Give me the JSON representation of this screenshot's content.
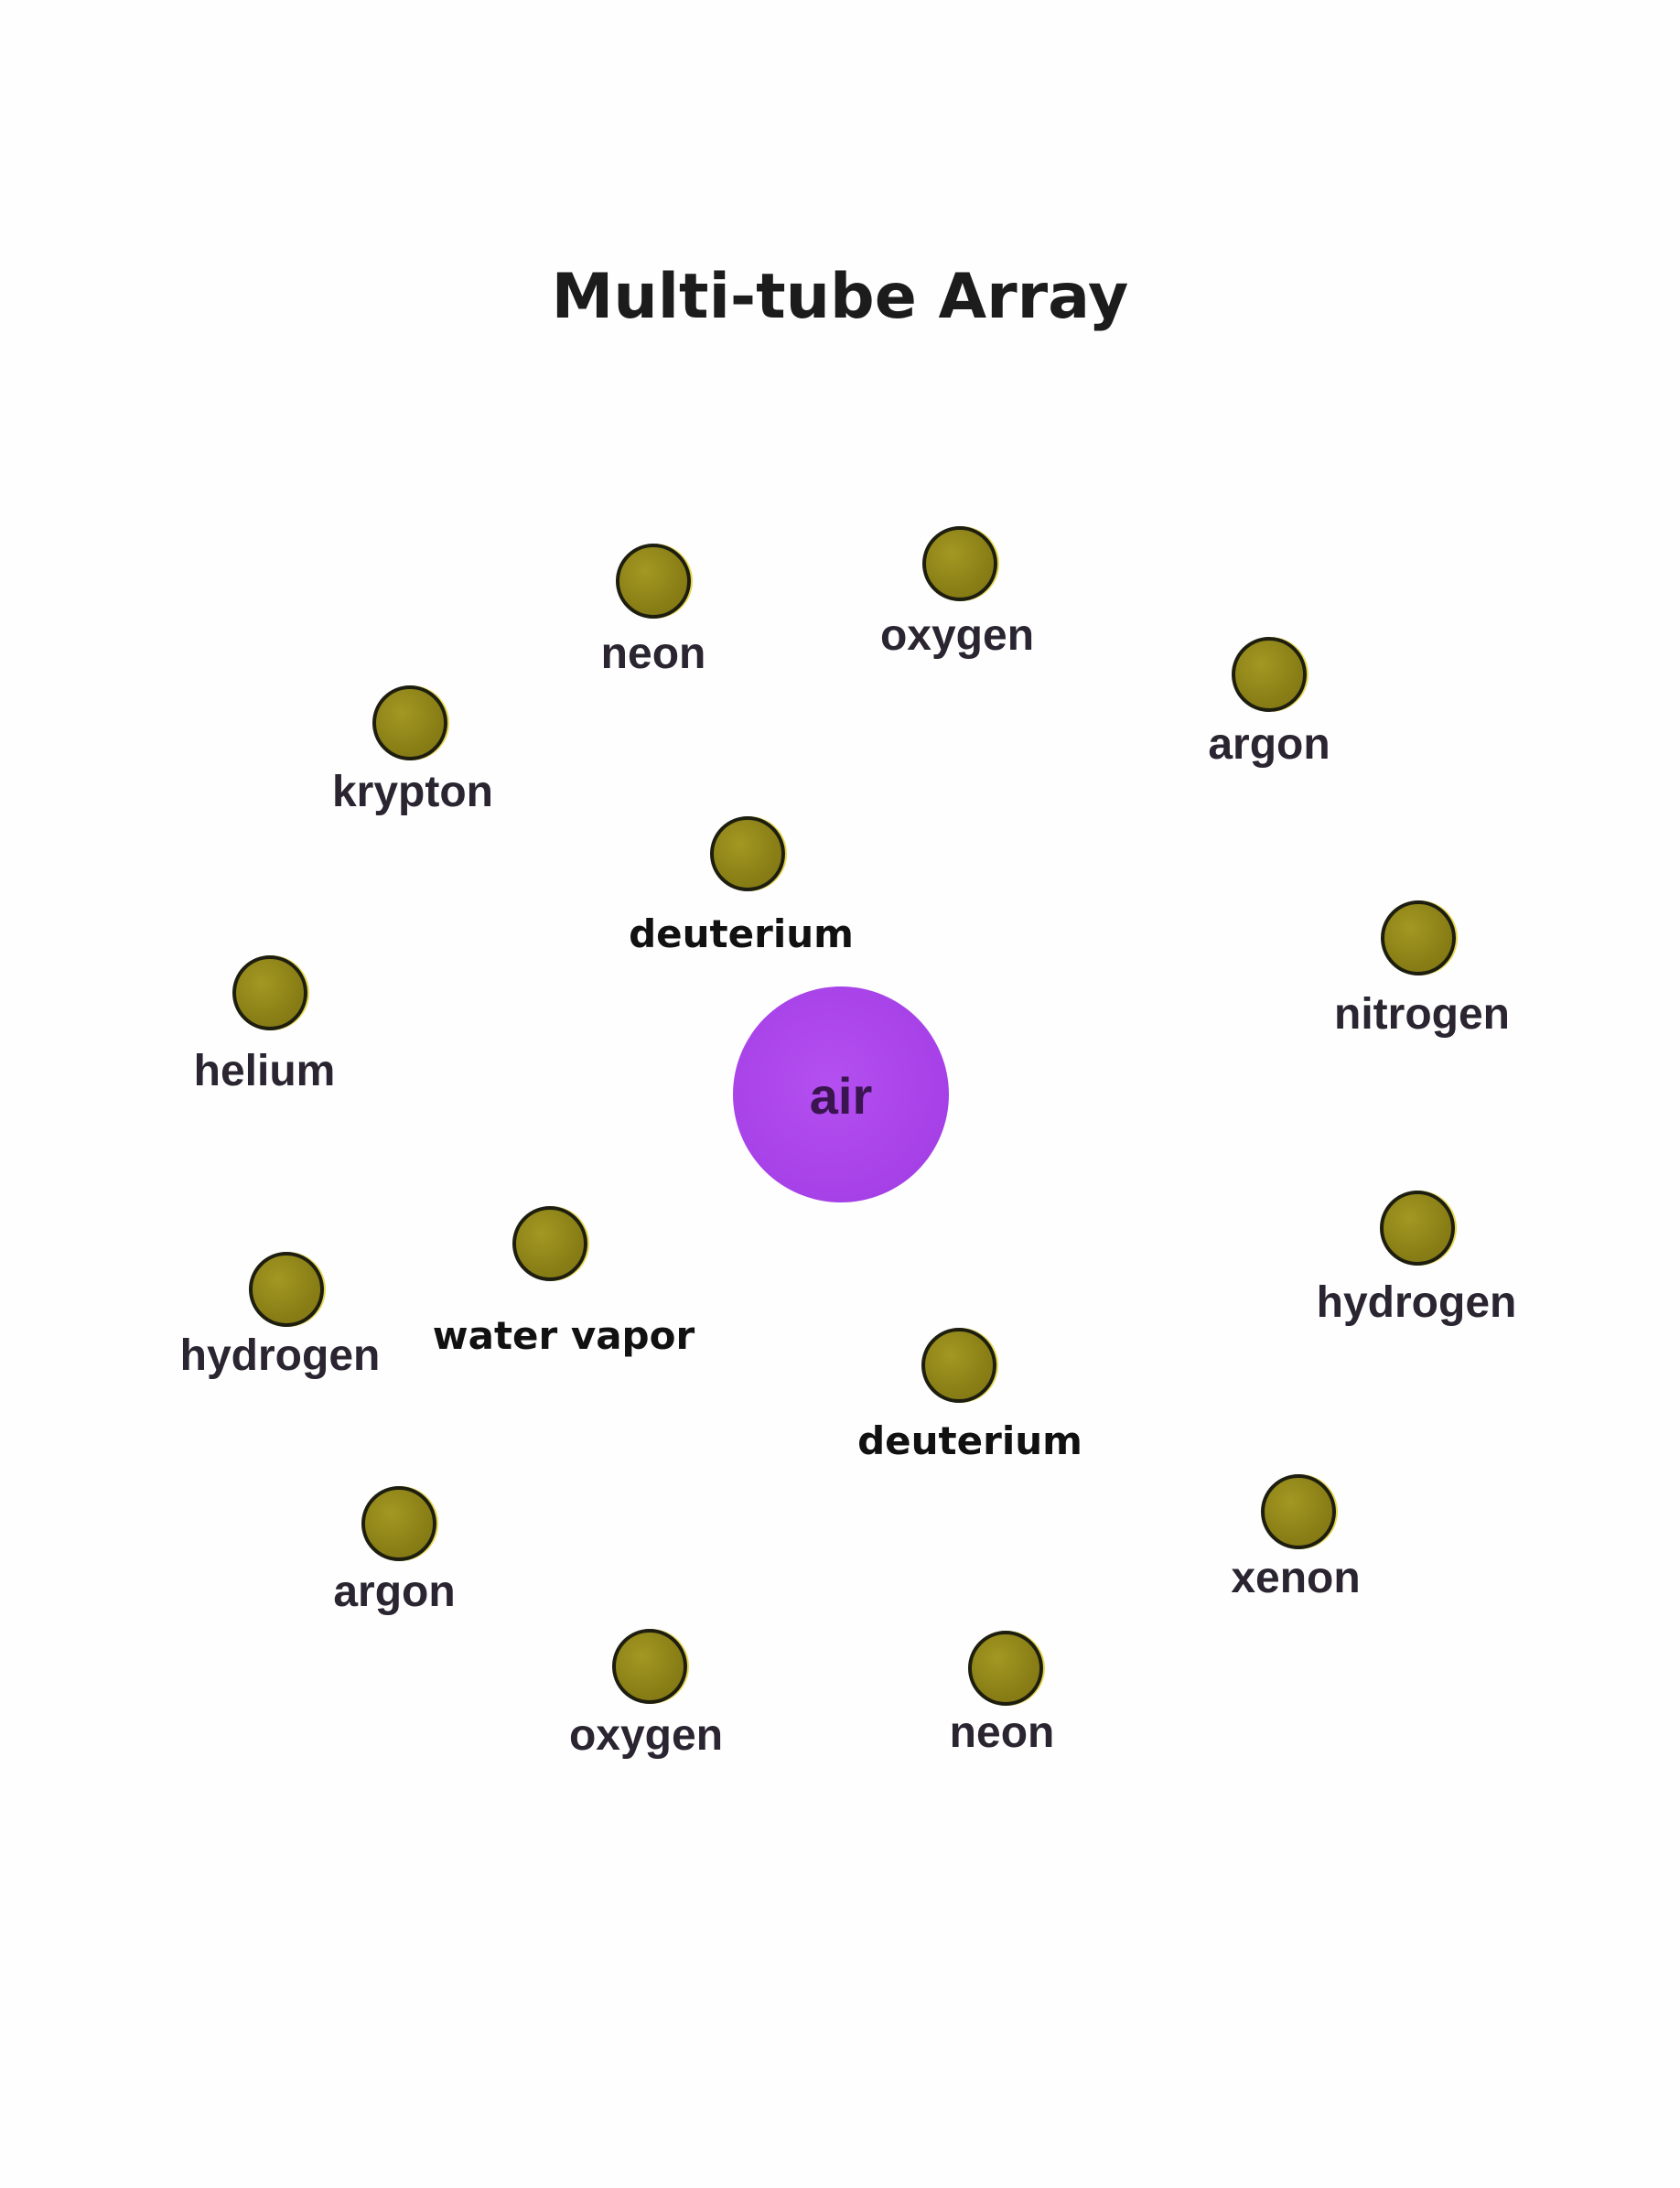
{
  "title": "Multi-tube Array",
  "colors": {
    "tube_fill": "#8a7f16",
    "tube_outline": "#1e1e10",
    "center_fill": "#a742e8",
    "label_text": "#2a2530"
  },
  "center": {
    "label": "air"
  },
  "outer_ring": [
    {
      "id": "neon-1",
      "label": "neon"
    },
    {
      "id": "oxygen-1",
      "label": "oxygen"
    },
    {
      "id": "argon-1",
      "label": "argon"
    },
    {
      "id": "krypton",
      "label": "krypton"
    },
    {
      "id": "nitrogen",
      "label": "nitrogen"
    },
    {
      "id": "helium",
      "label": "helium"
    },
    {
      "id": "hydrogen-right",
      "label": "hydrogen"
    },
    {
      "id": "hydrogen-left",
      "label": "hydrogen"
    },
    {
      "id": "xenon",
      "label": "xenon"
    },
    {
      "id": "argon-2",
      "label": "argon"
    },
    {
      "id": "oxygen-2",
      "label": "oxygen"
    },
    {
      "id": "neon-2",
      "label": "neon"
    }
  ],
  "inner_ring": [
    {
      "id": "deuterium-top",
      "label": "deuterium"
    },
    {
      "id": "water-vapor",
      "label": "water vapor"
    },
    {
      "id": "deuterium-bottom",
      "label": "deuterium"
    }
  ]
}
